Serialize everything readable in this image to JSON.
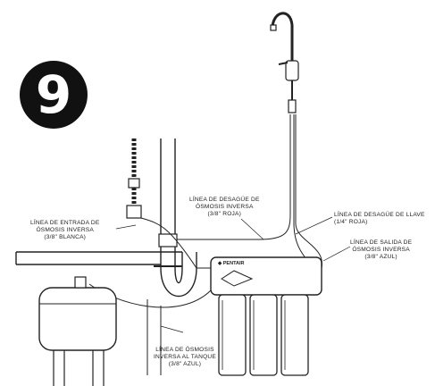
{
  "step": {
    "number": "9"
  },
  "labels": {
    "ro_inlet": {
      "line1": "LÍNEA DE ENTRADA DE",
      "line2": "ÓSMOSIS INVERSA",
      "line3": "(3/8\" BLANCA)"
    },
    "ro_drain": {
      "line1": "LÍNEA DE DESAGÜE DE",
      "line2": "ÓSMOSIS INVERSA",
      "line3": "(3/8\" ROJA)"
    },
    "faucet_drain": {
      "line1": "LÍNEA DE DESAGÜE DE LLAVE",
      "line2": "(1/4\" ROJA)"
    },
    "ro_outlet": {
      "line1": "LÍNEA DE SALIDA DE",
      "line2": "ÓSMOSIS INVERSA",
      "line3": "(3/8\" AZUL)"
    },
    "tank_line": {
      "line1": "LÍNEA DE ÓSMOSIS",
      "line2": "INVERSA AL TANQUE",
      "line3": "(3/8\" AZUL)"
    }
  },
  "brand": {
    "name": "PENTAIR"
  }
}
